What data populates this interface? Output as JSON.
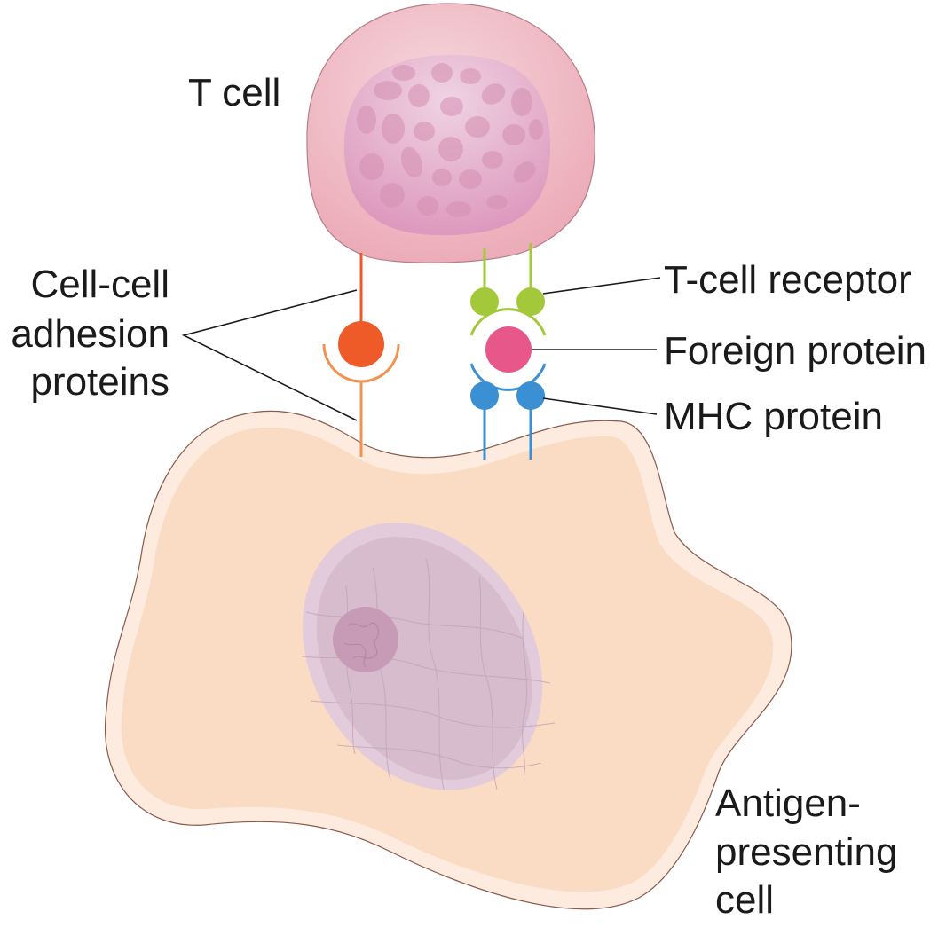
{
  "figure": {
    "title": "T cell activation by antigen-presenting cell",
    "labels": {
      "t_cell": "T cell",
      "adhesion": [
        "Cell-cell",
        "adhesion",
        "proteins"
      ],
      "tcr": "T-cell receptor",
      "foreign_protein": "Foreign protein",
      "mhc": "MHC protein",
      "apc": [
        "Antigen-",
        "presenting",
        "cell"
      ]
    },
    "colors": {
      "t_cell_body": "#eeb4bf",
      "t_cell_nucleus": "#e2a2c3",
      "apc_body": "#fadbc3",
      "apc_rim": "#fcebde",
      "apc_nucleus": "#d9bfd1",
      "adhesion_ball": "#ee5a28",
      "adhesion_cup": "#f29252",
      "tcr": "#a3c93a",
      "foreign_protein": "#e8578a",
      "mhc": "#3b8fd3",
      "leader": "#1a1a1a"
    }
  }
}
